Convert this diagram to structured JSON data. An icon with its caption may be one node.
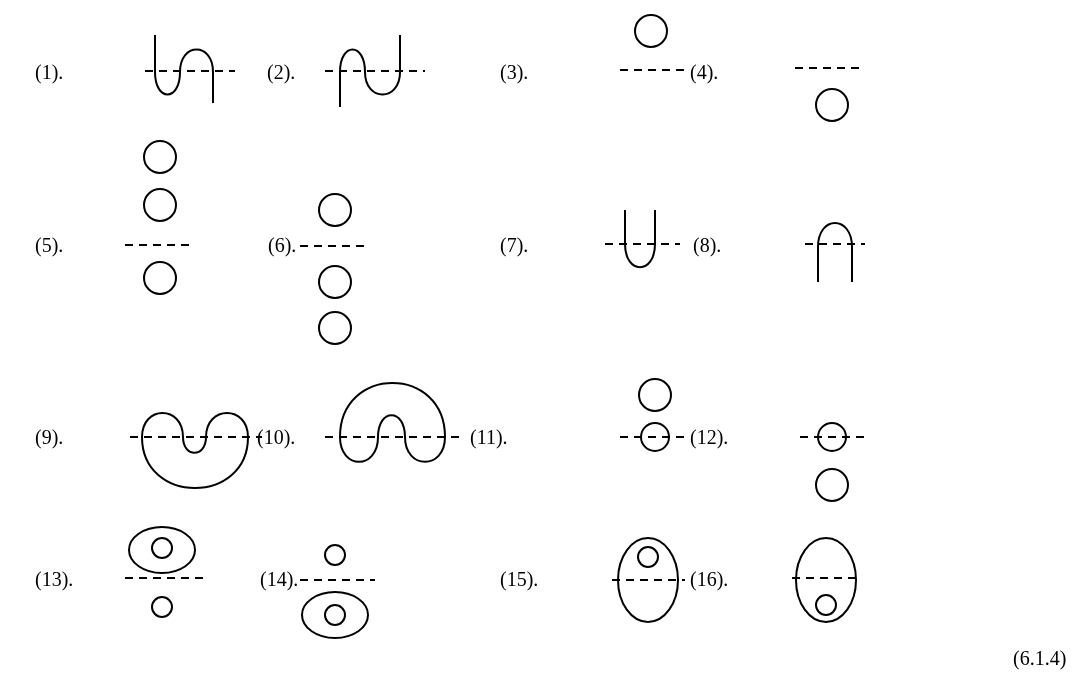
{
  "diagram": {
    "labels": [
      "(1).",
      "(2).",
      "(3).",
      "(4).",
      "(5).",
      "(6).",
      "(7).",
      "(8).",
      "(9).",
      "(10).",
      "(11).",
      "(12).",
      "(13).",
      "(14).",
      "(15).",
      "(16).",
      "(6.1.4)"
    ]
  }
}
